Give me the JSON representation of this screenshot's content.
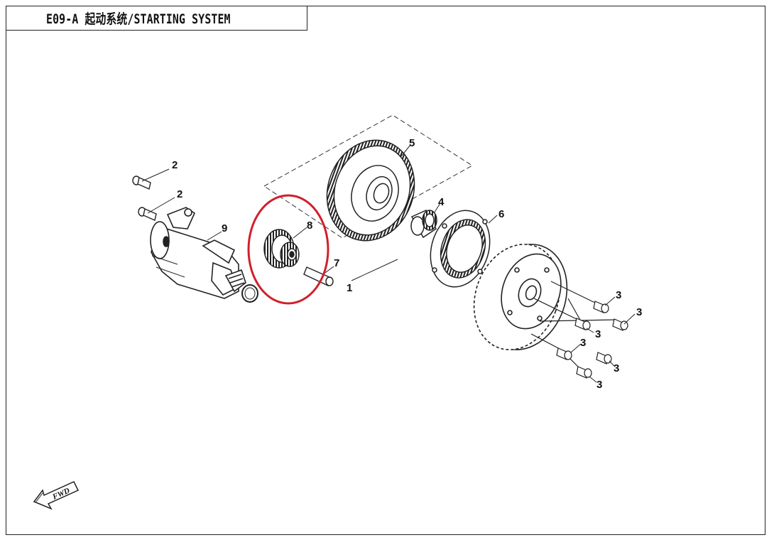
{
  "header": {
    "title": "E09-A  起动系统/STARTING SYSTEM"
  },
  "fwd_label": "FWD",
  "highlight_color": "#d0202a",
  "callouts": {
    "c1": "1",
    "c2a": "2",
    "c2b": "2",
    "c3a": "3",
    "c3b": "3",
    "c3c": "3",
    "c3d": "3",
    "c3e": "3",
    "c3f": "3",
    "c4": "4",
    "c5": "5",
    "c6": "6",
    "c7": "7",
    "c8": "8",
    "c9": "9"
  }
}
